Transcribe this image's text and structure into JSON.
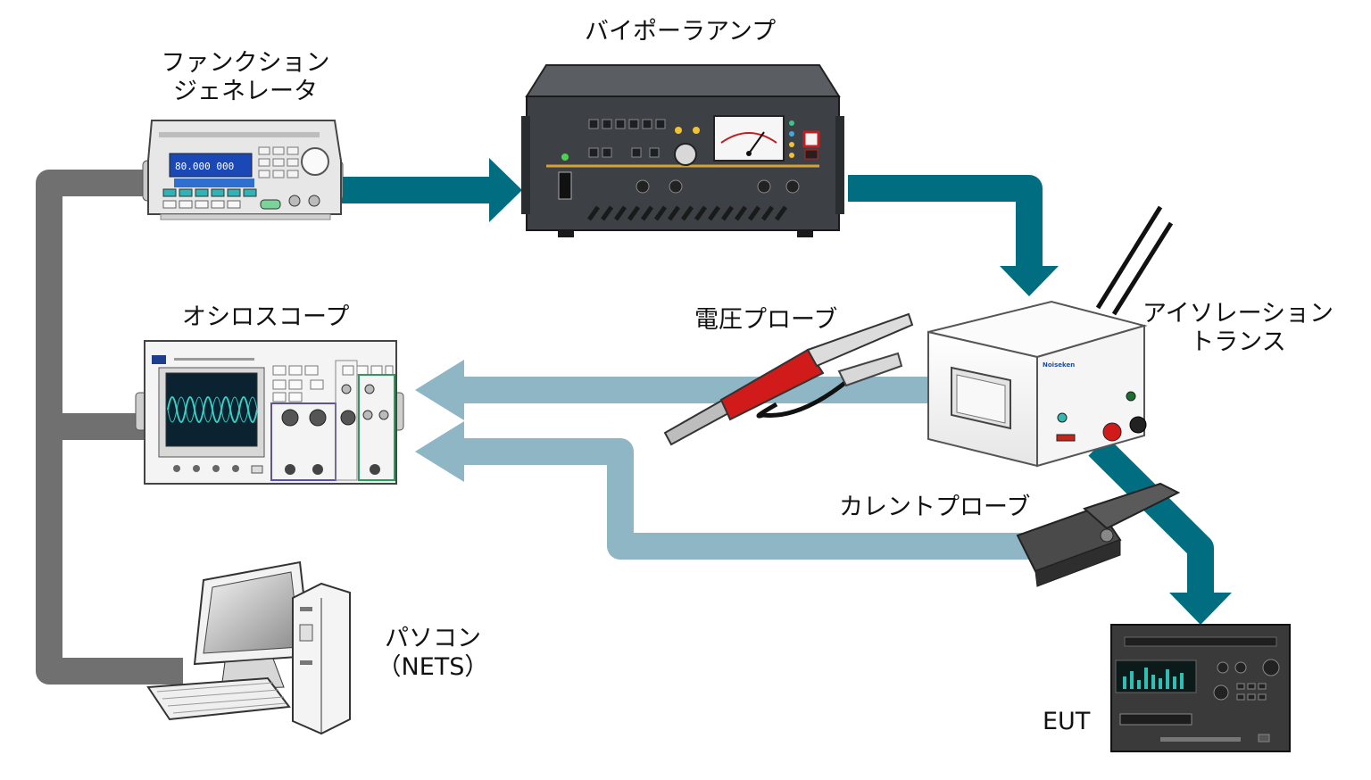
{
  "labels": {
    "function_generator": [
      "ファンクション",
      "ジェネレータ"
    ],
    "bipolar_amp": "バイポーラアンプ",
    "oscilloscope": "オシロスコープ",
    "voltage_probe": "電圧プローブ",
    "isolation_transformer": [
      "アイソレーション",
      "トランス"
    ],
    "current_probe": "カレントプローブ",
    "pc": [
      "パソコン",
      "（NETS）"
    ],
    "eut": "EUT"
  },
  "device_text": {
    "fg_display": "80.000 000",
    "transformer_brand": "Noiseken"
  },
  "colors": {
    "signal_path": "#006e80",
    "measure_path": "#8fb6c4",
    "control_path": "#707070",
    "probe_red": "#d11a1a"
  }
}
